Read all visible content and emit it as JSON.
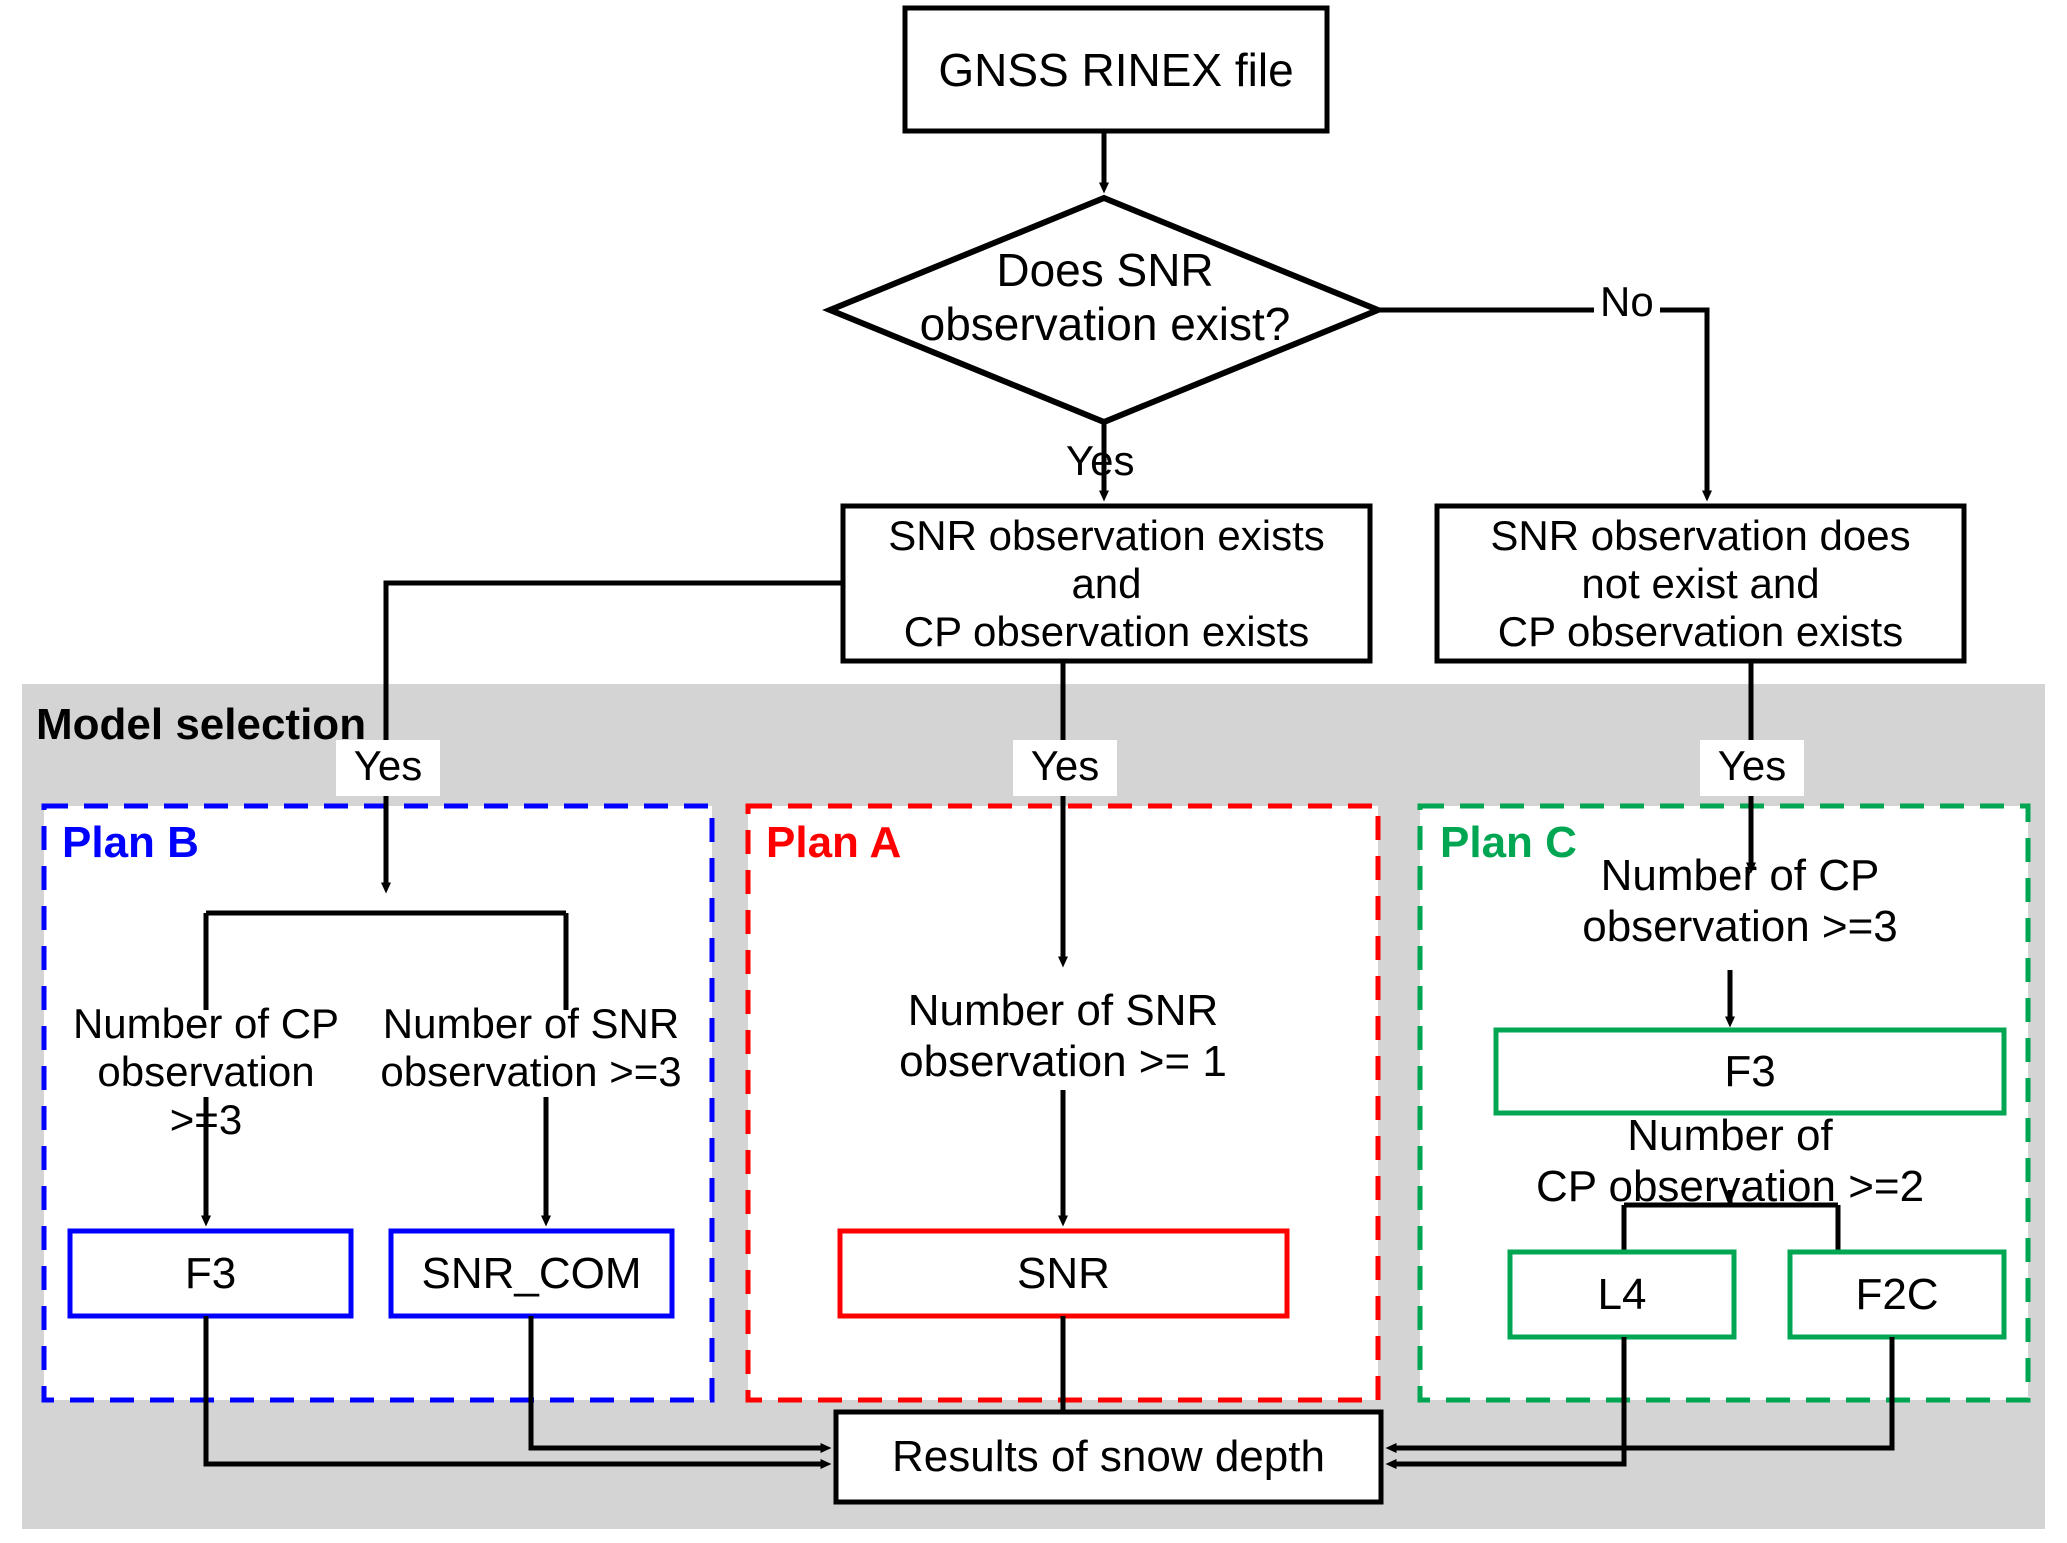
{
  "diagram": {
    "title": "GNSS snow depth model selection flowchart",
    "colors": {
      "plan_a": "#ff0000",
      "plan_b": "#0000ff",
      "plan_c": "#00a651",
      "panel_background": "#d4d4d4",
      "line": "#000000",
      "box_fill": "#ffffff"
    },
    "panel": {
      "label": "Model selection"
    },
    "nodes": {
      "start": {
        "label": "GNSS RINEX file"
      },
      "decision": {
        "label_line1": "Does SNR",
        "label_line2": "observation exist?"
      },
      "branch_yes": {
        "label": "Yes"
      },
      "branch_no": {
        "label": "No"
      },
      "snr_cp_exists": {
        "line1": "SNR observation exists",
        "line2": "and",
        "line3": "CP observation exists"
      },
      "snr_absent_cp_exists": {
        "line1": "SNR observation does",
        "line2": "not exist and",
        "line3": "CP observation  exists"
      },
      "yes_b": {
        "label": "Yes"
      },
      "yes_a": {
        "label": "Yes"
      },
      "yes_c": {
        "label": "Yes"
      },
      "result": {
        "label": "Results of snow depth"
      }
    },
    "plan_b": {
      "title": "Plan B",
      "cond_cp_line1": "Number of CP",
      "cond_cp_line2": "observation >=3",
      "cond_snr_line1": "Number of SNR",
      "cond_snr_line2": "observation >=3",
      "model_left": "F3",
      "model_right": "SNR_COM"
    },
    "plan_a": {
      "title": "Plan A",
      "cond_line1": "Number of SNR",
      "cond_line2": "observation  >= 1",
      "model": "SNR"
    },
    "plan_c": {
      "title": "Plan C",
      "cond_line1": "Number of CP",
      "cond_line2": "observation >=3",
      "model_top": "F3",
      "cond2_line1": "Number of",
      "cond2_line2": "CP observation >=2",
      "model_left": "L4",
      "model_right": "F2C"
    }
  }
}
